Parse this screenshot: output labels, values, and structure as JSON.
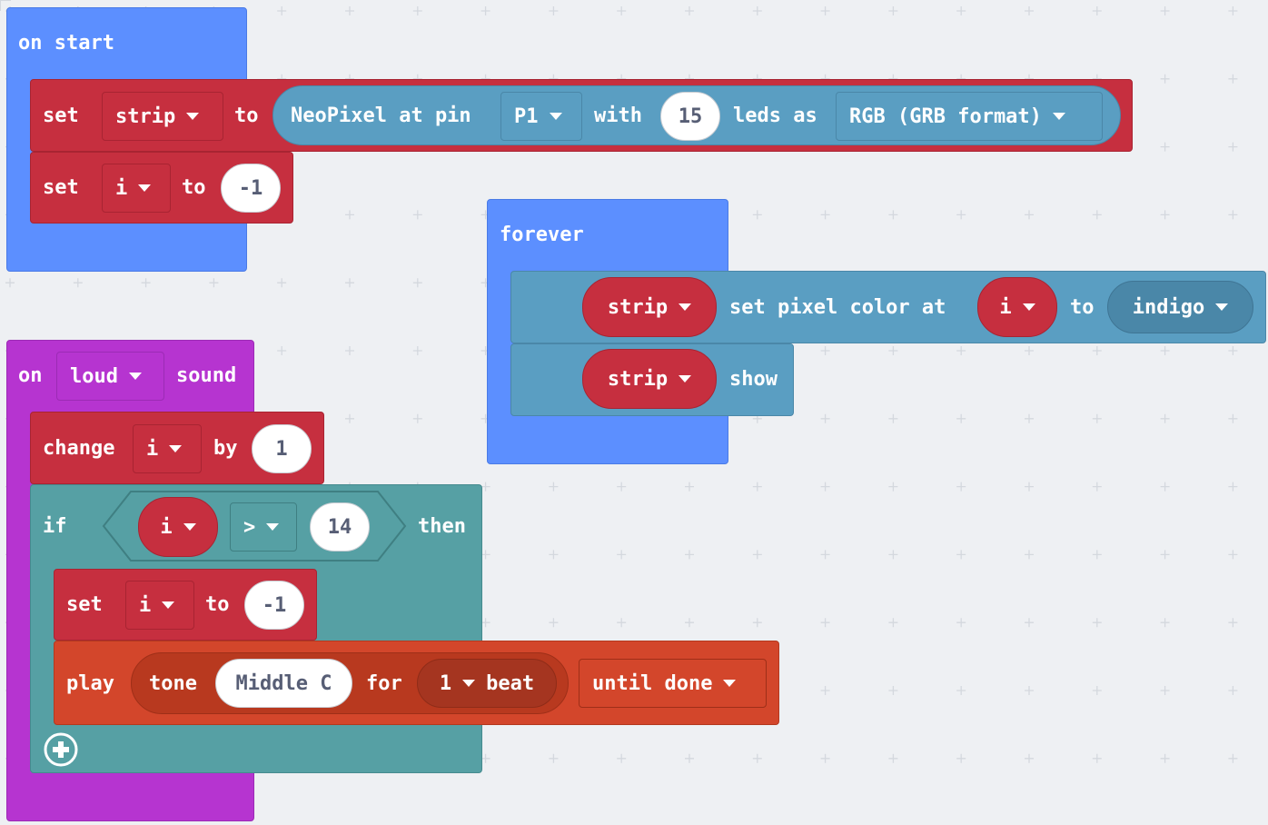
{
  "colors": {
    "hat_blue": "#5c8fff",
    "variables_red": "#c62f3f",
    "logic_teal": "#56a0a4",
    "neopixel_steel": "#5a9ec2",
    "music_orange": "#d3462b",
    "input_purple": "#b634d0",
    "workspace_bg": "#eef0f3"
  },
  "on_start": {
    "hat_label": "on start",
    "set_strip": {
      "set": "set",
      "var": "strip",
      "to": "to",
      "neopixel_at_pin": "NeoPixel at pin",
      "pin": "P1",
      "with": "with",
      "count": "15",
      "leds_as": "leds as",
      "mode": "RGB (GRB format)"
    },
    "set_i": {
      "set": "set",
      "var": "i",
      "to": "to",
      "value": "-1"
    }
  },
  "forever": {
    "hat_label": "forever",
    "set_pixel": {
      "strip": "strip",
      "label": "set pixel color at",
      "index_var": "i",
      "to": "to",
      "color": "indigo"
    },
    "show": {
      "strip": "strip",
      "label": "show"
    }
  },
  "on_loud": {
    "on": "on",
    "event": "loud",
    "sound": "sound",
    "change": {
      "change": "change",
      "var": "i",
      "by": "by",
      "value": "1"
    },
    "if_block": {
      "if": "if",
      "left_var": "i",
      "operator": ">",
      "right_value": "14",
      "then": "then"
    },
    "set_i": {
      "set": "set",
      "var": "i",
      "to": "to",
      "value": "-1"
    },
    "play": {
      "play": "play",
      "tone": "tone",
      "note": "Middle C",
      "for": "for",
      "beats": "1",
      "beat": "beat",
      "mode": "until done"
    }
  }
}
